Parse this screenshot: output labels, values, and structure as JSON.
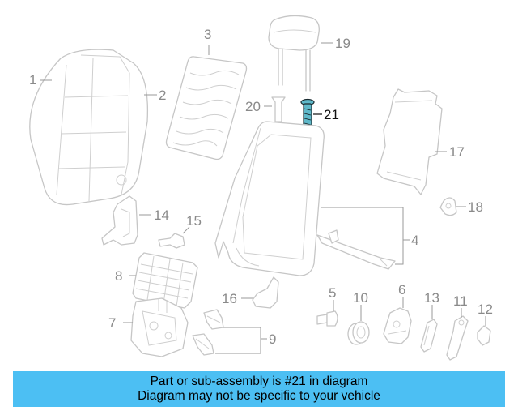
{
  "diagram": {
    "highlighted_part": "21",
    "callouts": [
      "1",
      "2",
      "3",
      "4",
      "5",
      "6",
      "7",
      "8",
      "9",
      "10",
      "11",
      "12",
      "13",
      "14",
      "15",
      "16",
      "17",
      "18",
      "19",
      "20",
      "21"
    ]
  },
  "banner": {
    "line1": "Part or sub-assembly is #21 in diagram",
    "line2": "Diagram may not be specific to your vehicle",
    "color": "#4cbff3"
  },
  "colors": {
    "highlight_fill": "#5fb8c9",
    "part_stroke": "#c6c6c6"
  }
}
